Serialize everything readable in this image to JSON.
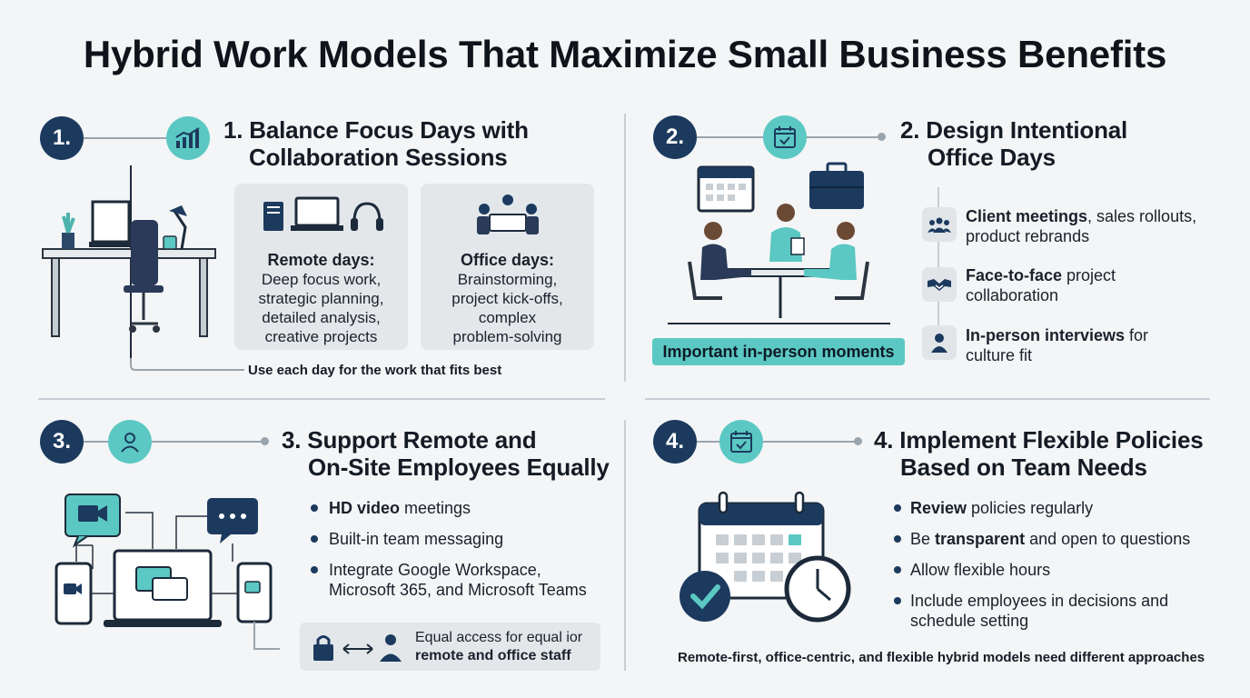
{
  "title": "Hybrid Work Models That Maximize Small Business Benefits",
  "s1": {
    "num": "1.",
    "title_l1": "1. Balance Focus Days with",
    "title_l2": "Collaboration Sessions",
    "remote_head": "Remote days:",
    "remote_lines": [
      "Deep focus work,",
      "strategic planning,",
      "detailed analysis,",
      "creative projects"
    ],
    "office_head": "Office days:",
    "office_lines": [
      "Brainstorming,",
      "project kick-offs,",
      "complex",
      "problem-solving"
    ],
    "caption": "Use each day for the work that fits best"
  },
  "s2": {
    "num": "2.",
    "title_l1": "2. Design Intentional",
    "title_l2": "Office Days",
    "badge": "Important in-person moments",
    "items": [
      {
        "bold": "Client meetings",
        "rest": ", sales rollouts,",
        "line2": "product rebrands",
        "icon": "group-icon"
      },
      {
        "bold": "Face-to-face",
        "rest": " project",
        "line2": "collaboration",
        "icon": "handshake-icon"
      },
      {
        "bold": "In-person interviews",
        "rest": " for",
        "line2": "culture fit",
        "icon": "person-icon"
      }
    ]
  },
  "s3": {
    "num": "3.",
    "title_l1": "3. Support Remote and",
    "title_l2": "On-Site Employees Equally",
    "b1_bold": "HD video",
    "b1_rest": " meetings",
    "b2": "Built-in team messaging",
    "b3_l1": "Integrate Google Workspace,",
    "b3_l2": "Microsoft 365, and Microsoft Teams",
    "access_l1": "Equal access for equal ior",
    "access_l2": "remote and office staff"
  },
  "s4": {
    "num": "4.",
    "title_l1": "4. Implement Flexible Policies",
    "title_l2": "Based on Team Needs",
    "b1_bold": "Review",
    "b1_rest": " policies regularly",
    "b2_pre": "Be ",
    "b2_bold": "transparent",
    "b2_rest": " and open to questions",
    "b3": "Allow flexible hours",
    "b4_l1": "Include employees in decisions and",
    "b4_l2": "schedule setting",
    "caption": "Remote-first, office-centric, and flexible hybrid models need different approaches"
  },
  "colors": {
    "navy": "#1c3a5e",
    "teal": "#5bc8c3",
    "box": "#e3e7ea"
  }
}
